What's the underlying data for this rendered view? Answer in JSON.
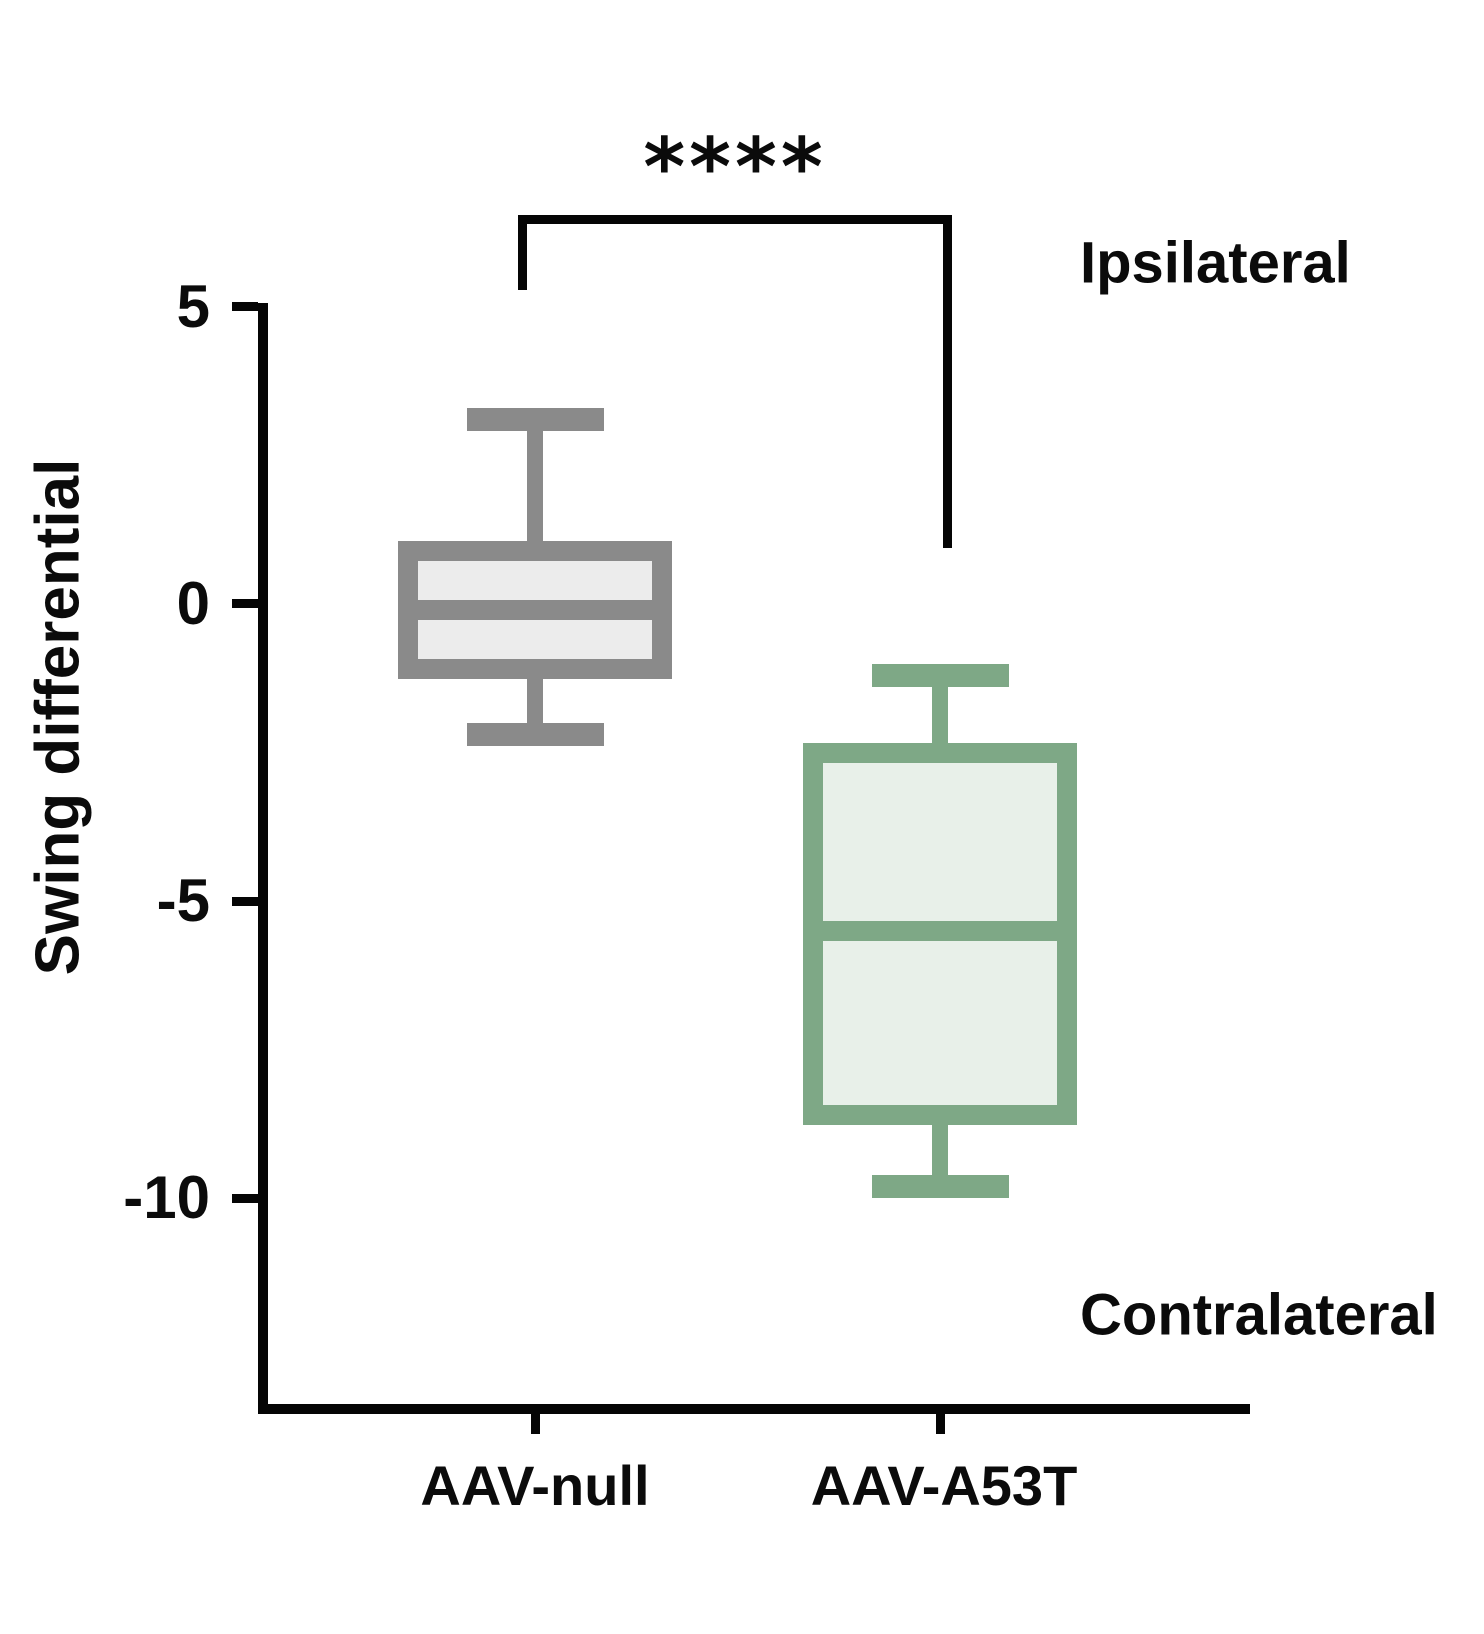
{
  "figure": {
    "annotation_top_right": "Ipsilateral",
    "annotation_bottom_right": "Contralateral"
  },
  "chart_data": {
    "type": "box",
    "title": "",
    "ylabel": "Swing differential",
    "xlabel": "",
    "yticks": [
      5,
      0,
      -5,
      -10
    ],
    "ylim": [
      -13.5,
      5.1
    ],
    "grid": false,
    "legend": "none",
    "categories": [
      "AAV-null",
      "AAV-A53T"
    ],
    "series": [
      {
        "name": "AAV-null",
        "whisker_high": 3.1,
        "q3": 0.9,
        "median": -0.1,
        "q1": -1.1,
        "whisker_low": -2.2,
        "border_color": "#8a8a8a",
        "fill_color": "#ececec"
      },
      {
        "name": "AAV-A53T",
        "whisker_high": -1.2,
        "q3": -2.5,
        "median": -5.5,
        "q1": -8.6,
        "whisker_low": -9.8,
        "border_color": "#7ea886",
        "fill_color": "#e8f0e9"
      }
    ],
    "significance": {
      "comparison": [
        "AAV-null",
        "AAV-A53T"
      ],
      "label": "****"
    }
  }
}
